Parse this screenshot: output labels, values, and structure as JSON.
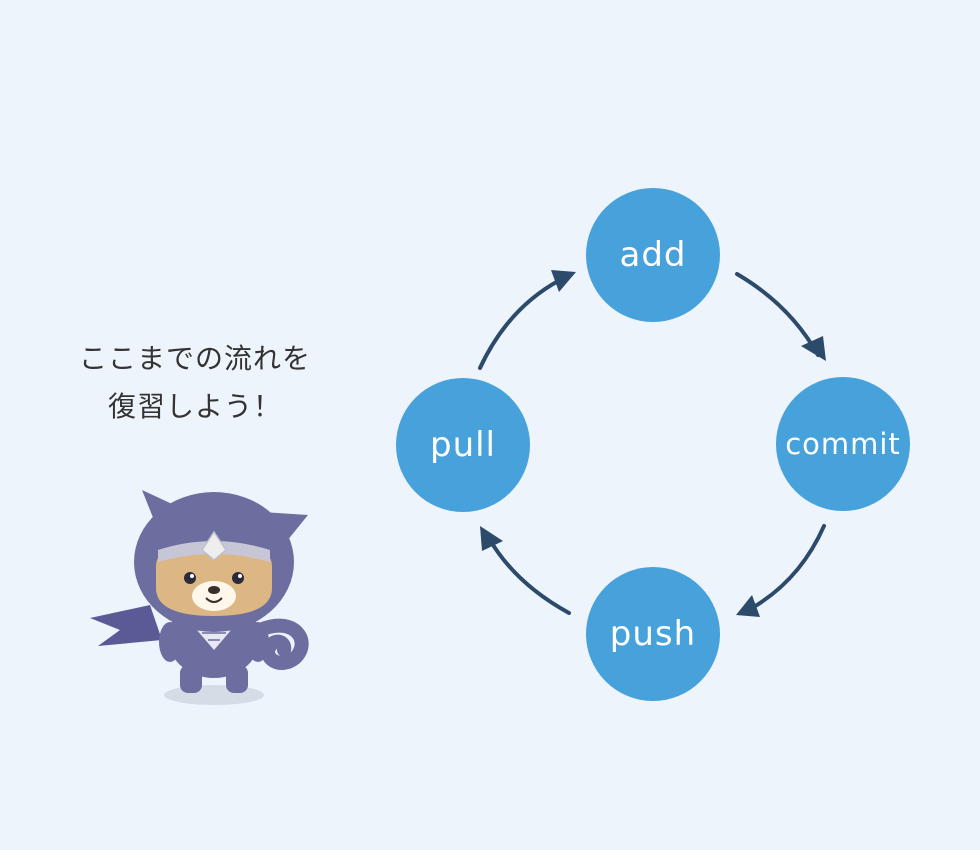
{
  "caption": {
    "line1": "ここまでの流れを",
    "line2": "復習しよう！"
  },
  "cycle": {
    "nodes": [
      {
        "id": "add",
        "label": "add"
      },
      {
        "id": "commit",
        "label": "commit"
      },
      {
        "id": "push",
        "label": "push"
      },
      {
        "id": "pull",
        "label": "pull"
      }
    ],
    "node_color": "#47a1db",
    "arrow_color": "#2c4a6a"
  },
  "background_color": "#eef4fb"
}
